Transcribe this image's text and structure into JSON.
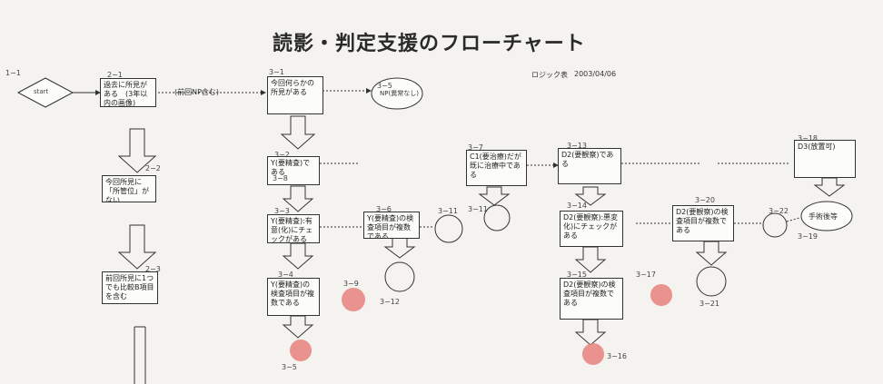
{
  "title": "読影・判定支援のフローチャート",
  "header_meta": {
    "org": "ロジック表",
    "date": "2003/04/06"
  },
  "start": {
    "label": "start",
    "id": "1−1"
  },
  "boxes": [
    {
      "id": "2−1",
      "text": "過去に所見がある　(3年以内の画像)"
    },
    {
      "id": "2−2",
      "text": "今回所見に「所管位」がない"
    },
    {
      "id": "2−3",
      "text": "前回所見に1つでも比較B項目を含む"
    },
    {
      "id": "3−1",
      "text": "今回何らかの所見がある"
    },
    {
      "id": "3−2",
      "text": "Y(要精査)である"
    },
    {
      "id": "3−3",
      "text": "Y(要精査):有意(化)にチェックがある"
    },
    {
      "id": "3−4",
      "text": "Y(要精査)の検査項目が複数である"
    },
    {
      "id": "3−6",
      "text": "Y(要精査)の検査項目が複数である"
    },
    {
      "id": "3−7",
      "text": "C1(要治療)だが既に治療中である"
    },
    {
      "id": "3−13",
      "text": "D2(要観察)である"
    },
    {
      "id": "3−14",
      "text": "D2(要観察):悪変化)にチェックがある"
    },
    {
      "id": "3−15",
      "text": "D2(要観察)の検査項目が複数である"
    },
    {
      "id": "3−20",
      "text": "D2(要観察)の検査項目が複数である"
    },
    {
      "id": "3−18",
      "text": "D3(放置可)"
    }
  ],
  "notes": {
    "np_label": "(前回NP含む)"
  },
  "ellipses": [
    {
      "id": "3−5",
      "text": "NP(異常なし)"
    },
    {
      "id": "3−19",
      "text": "手術後等"
    }
  ],
  "circle_labels": [
    "3−11",
    "3−11",
    "3−12",
    "3−21",
    "3−22",
    "3−17",
    "3−9",
    "3−8",
    "3−16",
    "3−5"
  ],
  "colors": {
    "line": "#333333",
    "marker": "#e8807c",
    "paper": "#f4f3ef"
  }
}
